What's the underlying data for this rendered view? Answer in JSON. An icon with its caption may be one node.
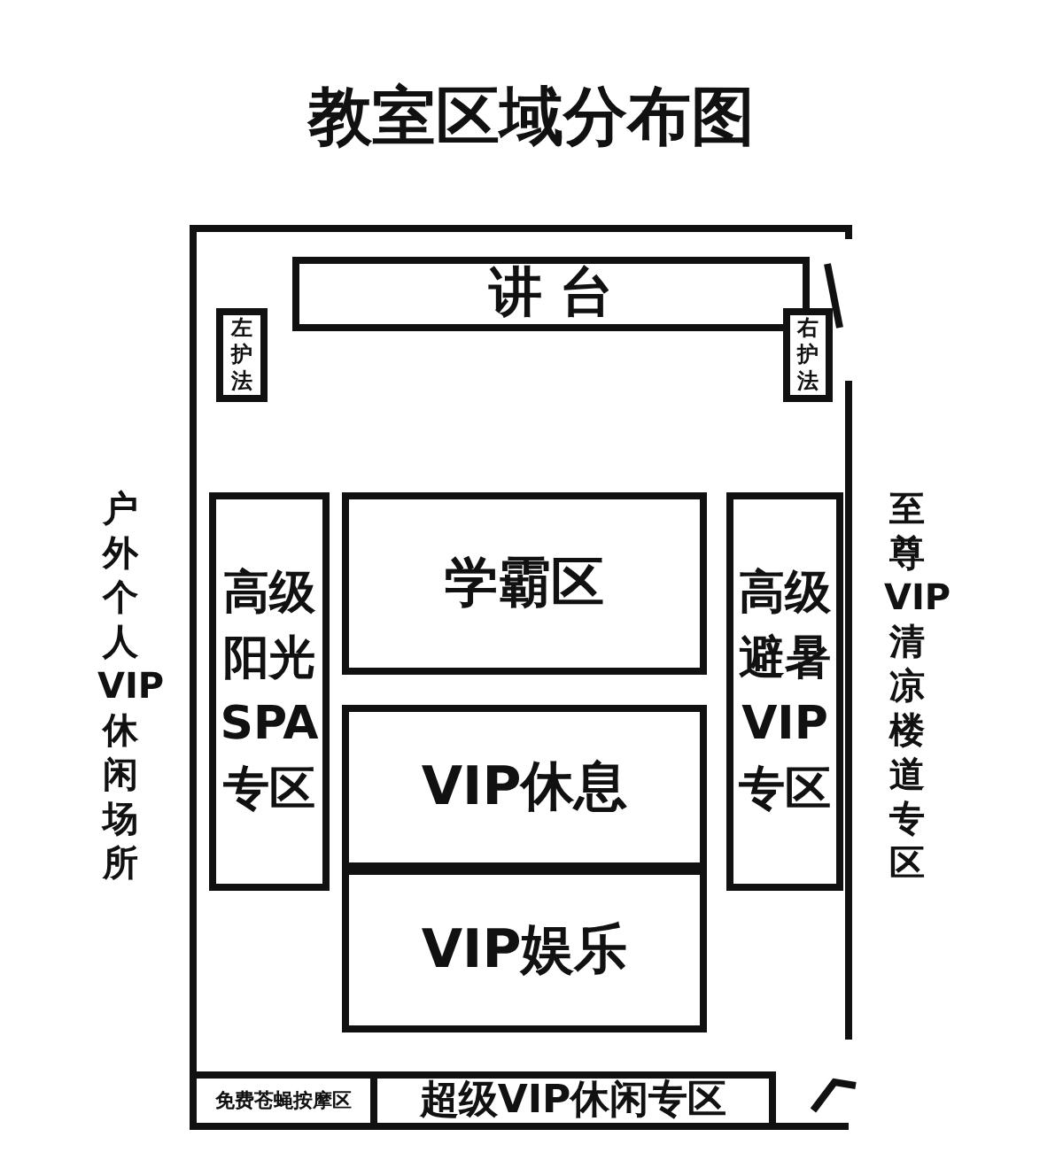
{
  "diagram": {
    "title": "教室区域分布图",
    "nodes": [
      {
        "text": [],
        "shape": "box"
      },
      {
        "text": [
          "讲 台"
        ],
        "in": 0
      },
      {
        "text": [
          "左护法"
        ],
        "in": 0
      },
      {
        "text": [
          "右护法"
        ],
        "in": 0
      },
      {
        "text": [
          "高级阳光SPA专区"
        ],
        "in": 0
      },
      {
        "text": [
          "学霸区"
        ],
        "in": 0
      },
      {
        "text": [
          "VIP休息"
        ],
        "in": 0
      },
      {
        "text": [
          "VIP娱乐"
        ],
        "in": 0
      },
      {
        "text": [
          "高级避暑VIP专区"
        ],
        "in": 0
      },
      {
        "text": [
          "免费苍蝇按摩区"
        ],
        "in": 0
      },
      {
        "text": [
          "超级VIP休闲专区"
        ],
        "in": 0
      }
    ],
    "edges": [],
    "labels": [
      "户外个人VIP休闲场所",
      "至尊VIP清凉楼道专区"
    ]
  }
}
